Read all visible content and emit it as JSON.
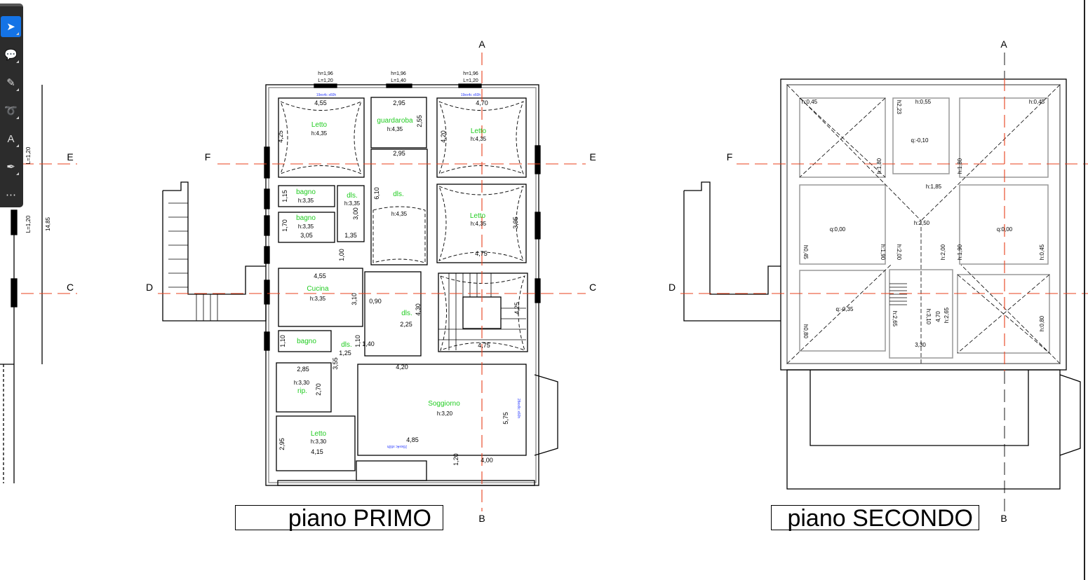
{
  "toolbar": {
    "tools": [
      {
        "name": "select-tool",
        "icon": "arrow-cursor-icon",
        "glyph": "➤",
        "active": true
      },
      {
        "name": "comment-tool",
        "icon": "comment-icon",
        "glyph": "💬"
      },
      {
        "name": "highlight-tool",
        "icon": "highlighter-icon",
        "glyph": "✎"
      },
      {
        "name": "draw-tool",
        "icon": "freehand-icon",
        "glyph": "➰"
      },
      {
        "name": "text-tool",
        "icon": "text-box-icon",
        "glyph": "A"
      },
      {
        "name": "sign-tool",
        "icon": "signature-pen-icon",
        "glyph": "✒"
      },
      {
        "name": "more-tools",
        "icon": "more-icon",
        "glyph": "⋯"
      }
    ]
  },
  "colors": {
    "section_line": "#e8401c",
    "room_label": "#22cc22",
    "window_note": "#2a3cff",
    "toolbar": "#2c2c2c",
    "active_tool": "#1473e6"
  },
  "titles": {
    "primo": "piano PRIMO",
    "secondo": "piano SECONDO"
  },
  "section_letters": {
    "primo": [
      "A",
      "B",
      "E",
      "F",
      "C",
      "D"
    ],
    "secondo": [
      "A",
      "B",
      "F",
      "D"
    ],
    "left": [
      "E",
      "C"
    ]
  },
  "primo": {
    "rooms": [
      "Letto",
      "guardaroba",
      "Letto",
      "bagno",
      "bagno",
      "dls.",
      "dls.",
      "Letto",
      "Cucina",
      "dls.",
      "bagno",
      "dls.",
      "rip.",
      "Soggiorno",
      "Letto"
    ],
    "heights": [
      "h:4,35",
      "h:4,35",
      "h:4,35",
      "h:3,35",
      "h:3,35",
      "h:3,35",
      "h:4,35",
      "h:4,35",
      "h:3,35",
      "h:3,30",
      "h:3,20",
      "h:3,30"
    ],
    "dimensions": [
      "4,55",
      "2,95",
      "4,70",
      "2,95",
      "4,25",
      "2,55",
      "4,20",
      "6,10",
      "1,15",
      "1,70",
      "3,00",
      "3,05",
      "1,35",
      "3,95",
      "4,75",
      "1,00",
      "4,55",
      "3,10",
      "0,90",
      "4,30",
      "2,25",
      "4,25",
      "4,75",
      "1,10",
      "1,10",
      "1,40",
      "1,25",
      "3,55",
      "4,20",
      "2,85",
      "2,70",
      "2,95",
      "4,15",
      "4,85",
      "5,75",
      "1,20",
      "4,00"
    ],
    "windows": [
      "h=1,96",
      "L=1,20",
      "h=1,96",
      "L=1,40",
      "h=1,96",
      "L=1,20"
    ],
    "window_notes": [
      "19ex4c x60h",
      "19ex4c x60h",
      "20ex4c x60h",
      "28ex8c x60h"
    ]
  },
  "secondo": {
    "labels": [
      "h:0,45",
      "h:0,55",
      "h:0,45",
      "h2,23",
      "q:-0,10",
      "h:1,80",
      "h:1,80",
      "h:1,85",
      "h:2,50",
      "q:0,00",
      "q:0,00",
      "h0,45",
      "h:1,90",
      "h:2,00",
      "h:2,00",
      "h:1,90",
      "h:0,45",
      "q:-0,35",
      "h:2,65",
      "h:3,10",
      "4,70",
      "h:2,65",
      "h0,80",
      "h:0,80",
      "3,30"
    ]
  },
  "left_plan": {
    "labels": [
      "14,85",
      "L=1,20",
      "L=1,20"
    ]
  }
}
